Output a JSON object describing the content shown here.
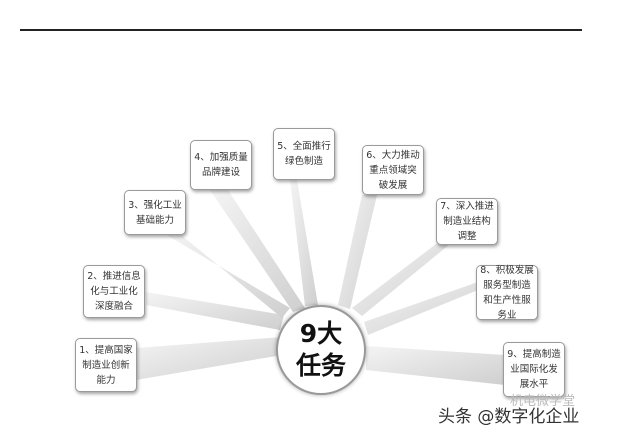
{
  "center": {
    "line1": "9大",
    "line2": "任务"
  },
  "tasks": [
    {
      "label": "1、提高国家制造业创新能力"
    },
    {
      "label": "2、推进信息化与工业化深度融合"
    },
    {
      "label": "3、强化工业基础能力"
    },
    {
      "label": "4、加强质量品牌建设"
    },
    {
      "label": "5、全面推行绿色制造"
    },
    {
      "label": "6、大力推动重点领域突破发展"
    },
    {
      "label": "7、深入推进制造业结构调整"
    },
    {
      "label": "8、积极发展服务型制造和生产性服务业"
    },
    {
      "label": "9、提高制造业国际化发展水平"
    }
  ],
  "watermark": {
    "faint": "机电微学堂",
    "main": "头条 @数字化企业"
  }
}
